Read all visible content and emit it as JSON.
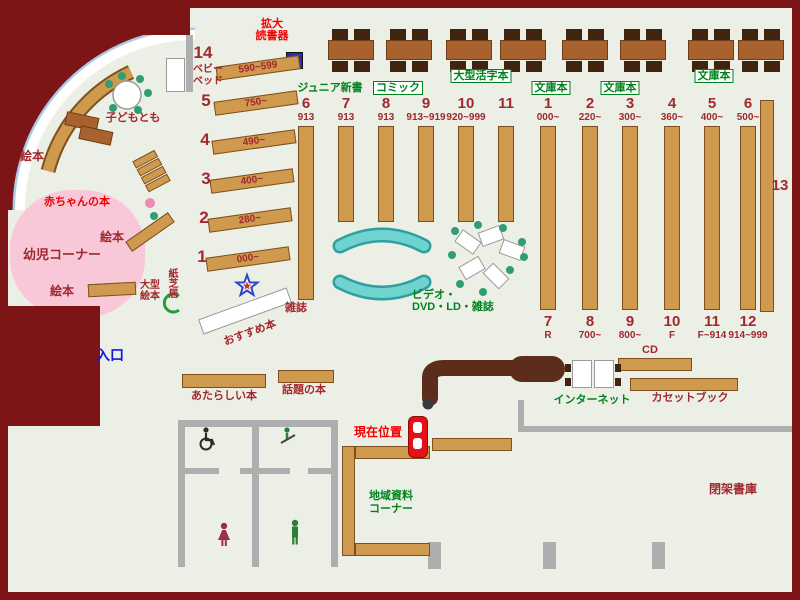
{
  "colors": {
    "wall": "#7d1416",
    "shelf": "#d09a4e",
    "green": "#00831f",
    "red": "#f20000",
    "blue": "#1313dd",
    "number": "#a0282e",
    "pink": "#f8c7d8",
    "bench": "#6fd3d0"
  },
  "labels": {
    "magnifier_line1": "拡大",
    "magnifier_line2": "読書器",
    "junior_shinsho": "ジュニア新書",
    "comic": "コミック",
    "large_print": "大型活字本",
    "bunko_1": "文庫本",
    "bunko_2": "文庫本",
    "bunko_3": "文庫本",
    "shelf13": "13",
    "zasshi": "雑誌",
    "video_line1": "ビデオ・",
    "video_line2": "DVD・LD・雑誌",
    "baby_bed_line1": "ベビー",
    "baby_bed_line2": "ベッド",
    "kodomotomo": "子どもとも",
    "ehon_1": "絵本",
    "ehon_2": "絵本",
    "ehon_3": "絵本",
    "akachan": "赤ちゃんの本",
    "yoji_corner": "幼児コーナー",
    "ogata_line1": "大型",
    "ogata_line2": "絵本",
    "kamishibai": "紙芝居",
    "osusume": "おすすめ本",
    "entrance": "入口",
    "atarashii": "あたらしい本",
    "wadai": "話題の本",
    "current_location": "現在位置",
    "internet": "インターネット",
    "cd": "CD",
    "cassette": "カセットブック",
    "chiiki_line1": "地域資料",
    "chiiki_line2": "コーナー",
    "heika": "閉架書庫"
  },
  "diagonal_shelves": [
    {
      "num": "14",
      "range": "590~599"
    },
    {
      "num": "5",
      "range": "750~"
    },
    {
      "num": "4",
      "range": "490~"
    },
    {
      "num": "3",
      "range": "400~"
    },
    {
      "num": "2",
      "range": "280~"
    },
    {
      "num": "1",
      "range": "000~"
    }
  ],
  "columns_top": [
    {
      "num": "6",
      "range": "913"
    },
    {
      "num": "7",
      "range": "913"
    },
    {
      "num": "8",
      "range": "913"
    },
    {
      "num": "9",
      "range": "913~919"
    },
    {
      "num": "10",
      "range": "920~999"
    },
    {
      "num": "11",
      "range": ""
    },
    {
      "num": "1",
      "range": "000~"
    },
    {
      "num": "2",
      "range": "220~"
    },
    {
      "num": "3",
      "range": "300~"
    },
    {
      "num": "4",
      "range": "360~"
    },
    {
      "num": "5",
      "range": "400~"
    },
    {
      "num": "6",
      "range": "500~"
    }
  ],
  "columns_bottom": [
    {
      "num": "7",
      "range": "R"
    },
    {
      "num": "8",
      "range": "700~"
    },
    {
      "num": "9",
      "range": "800~"
    },
    {
      "num": "10",
      "range": "F"
    },
    {
      "num": "11",
      "range": "F~914"
    },
    {
      "num": "12",
      "range": "914~999"
    }
  ]
}
